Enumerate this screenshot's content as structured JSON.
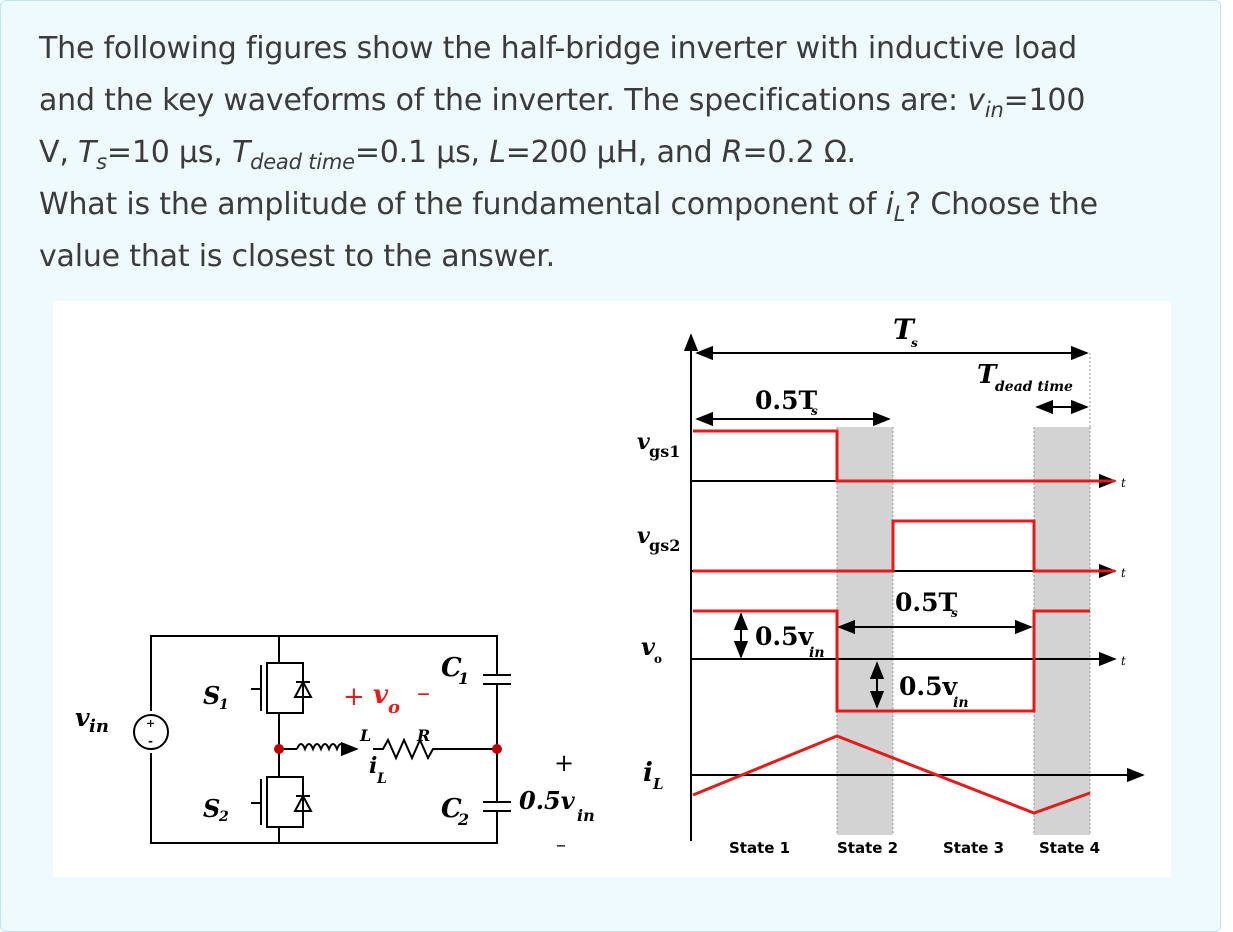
{
  "question": {
    "line1": "The following figures show the half-bridge inverter with inductive load",
    "line2_pre": "and the key waveforms of the inverter. The specifications are: ",
    "vin_sym": "v",
    "vin_sub": "in",
    "vin_val": "=100",
    "line3_pre": "V, ",
    "ts_sym": "T",
    "ts_sub": "s",
    "ts_val": "=10 μs, ",
    "td_sym": "T",
    "td_sub": "dead time",
    "td_val": "=0.1 μs, ",
    "l_sym": "L",
    "l_val": "=200 μH, and ",
    "r_sym": "R",
    "r_val": "=0.2 Ω.",
    "line4_pre": "What is the amplitude of the fundamental component of ",
    "il_sym": "i",
    "il_sub": "L",
    "line4_post": "? Choose the",
    "line5": "value that is closest to the answer."
  },
  "circuit": {
    "vin": "v",
    "vin_sub": "in",
    "s1": "S",
    "s1_sub": "1",
    "s2": "S",
    "s2_sub": "2",
    "vo_plus": "+",
    "vo": "v",
    "vo_sub": "o",
    "vo_minus": "–",
    "c1": "C",
    "c1_sub": "1",
    "c2": "C",
    "c2_sub": "2",
    "l": "L",
    "r": "R",
    "il": "i",
    "il_sub": "L",
    "half_plus": "+",
    "half_val": "0.5v",
    "half_sub": "in",
    "half_minus": "–",
    "source_plus": "+",
    "source_minus": "-"
  },
  "waveforms": {
    "ts": "T",
    "ts_sub": "s",
    "tdead": "T",
    "tdead_sub": "dead time",
    "half_ts_top": "0.5T",
    "half_ts_top_sub": "s",
    "half_ts_mid": "0.5T",
    "half_ts_mid_sub": "s",
    "vgs1": "v",
    "vgs1_sub": "gs1",
    "vgs2": "v",
    "vgs2_sub": "gs2",
    "vo": "v",
    "vo_sub": "o",
    "il": "i",
    "il_sub": "L",
    "half_vin_pos": "0.5v",
    "half_vin_pos_sub": "in",
    "half_vin_neg": "0.5v",
    "half_vin_neg_sub": "in",
    "t_label": "t",
    "states": [
      "State 1",
      "State 2",
      "State 3",
      "State 4"
    ]
  },
  "colors": {
    "waveform": "#e41b1b",
    "dead_time_band": "#d3d3d3",
    "text": "#3b3b3b",
    "card_bg": "#effaff",
    "card_border": "#bfe4f2"
  }
}
